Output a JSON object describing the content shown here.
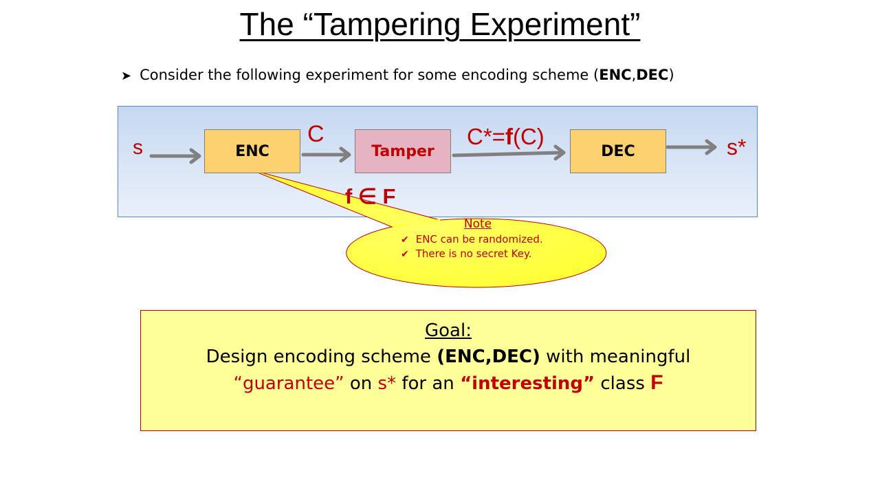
{
  "title": "The “Tampering Experiment”",
  "bullet": {
    "icon": "arrow-bullet-icon",
    "text_before": "Consider the following experiment for some encoding scheme  (",
    "bold_enc": "ENC",
    "comma": ",",
    "bold_dec": "DEC",
    "text_after": ")"
  },
  "diagram": {
    "input_label": "s",
    "enc_label": "ENC",
    "c_label": "C",
    "tamper_label": "Tamper",
    "cstar_prefix": "C*=",
    "cstar_f": "f",
    "cstar_suffix": "(C)",
    "dec_label": "DEC",
    "output_label": "s*",
    "family_label": "f ∈ F"
  },
  "note": {
    "heading": "Note",
    "items": [
      "ENC can be randomized.",
      "There is no secret  Key."
    ]
  },
  "goal": {
    "heading": "Goal:",
    "line1_a": "Design encoding scheme ",
    "line1_b": "(ENC,DEC)",
    "line1_c": " with meaningful",
    "line2_a": "“guarantee”",
    "line2_b": " on ",
    "line2_c": "s*",
    "line2_d": " for an ",
    "line2_e": "“interesting”",
    "line2_f": "  class ",
    "line2_g": "F"
  },
  "colors": {
    "accent_red": "#c00000",
    "box_orange": "#fdd16f",
    "box_pink": "#e6b3c3",
    "goal_yellow": "#ffff99",
    "callout_yellow": "#ffff44"
  }
}
